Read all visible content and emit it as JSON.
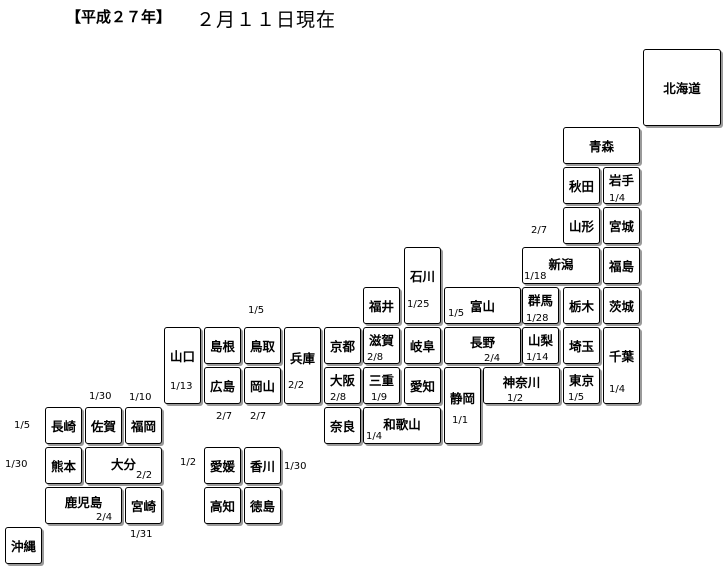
{
  "header": {
    "title": "【平成２７年】",
    "subtitle": "２月１１日現在"
  },
  "prefectures": [
    {
      "id": "hokkaido",
      "name": "北海道",
      "date": ""
    },
    {
      "id": "aomori",
      "name": "青森",
      "date": ""
    },
    {
      "id": "akita",
      "name": "秋田",
      "date": ""
    },
    {
      "id": "iwate",
      "name": "岩手",
      "date": "1/4"
    },
    {
      "id": "yamagata",
      "name": "山形",
      "date": ""
    },
    {
      "id": "miyagi",
      "name": "宮城",
      "date": ""
    },
    {
      "id": "niigata",
      "name": "新潟",
      "date": "1/18"
    },
    {
      "id": "fukushima",
      "name": "福島",
      "date": ""
    },
    {
      "id": "ishikawa",
      "name": "石川",
      "date": "1/25"
    },
    {
      "id": "fukui",
      "name": "福井",
      "date": ""
    },
    {
      "id": "toyama",
      "name": "富山",
      "date": "1/5"
    },
    {
      "id": "gunma",
      "name": "群馬",
      "date": "1/28"
    },
    {
      "id": "tochigi",
      "name": "栃木",
      "date": ""
    },
    {
      "id": "ibaraki",
      "name": "茨城",
      "date": ""
    },
    {
      "id": "yamaguchi",
      "name": "山口",
      "date": "1/13"
    },
    {
      "id": "shimane",
      "name": "島根",
      "date": ""
    },
    {
      "id": "tottori",
      "name": "鳥取",
      "date": "1/5"
    },
    {
      "id": "hyogo",
      "name": "兵庫",
      "date": "2/2"
    },
    {
      "id": "kyoto",
      "name": "京都",
      "date": ""
    },
    {
      "id": "shiga",
      "name": "滋賀",
      "date": "2/8"
    },
    {
      "id": "gifu",
      "name": "岐阜",
      "date": ""
    },
    {
      "id": "nagano",
      "name": "長野",
      "date": "2/4"
    },
    {
      "id": "yamanashi",
      "name": "山梨",
      "date": "1/14"
    },
    {
      "id": "saitama",
      "name": "埼玉",
      "date": ""
    },
    {
      "id": "chiba",
      "name": "千葉",
      "date": "1/4"
    },
    {
      "id": "hiroshima",
      "name": "広島",
      "date": "2/7"
    },
    {
      "id": "okayama",
      "name": "岡山",
      "date": "2/7"
    },
    {
      "id": "osaka",
      "name": "大阪",
      "date": "2/8"
    },
    {
      "id": "mie",
      "name": "三重",
      "date": "1/9"
    },
    {
      "id": "aichi",
      "name": "愛知",
      "date": ""
    },
    {
      "id": "shizuoka",
      "name": "静岡",
      "date": "1/1"
    },
    {
      "id": "kanagawa",
      "name": "神奈川",
      "date": "1/2"
    },
    {
      "id": "tokyo",
      "name": "東京",
      "date": "1/5"
    },
    {
      "id": "nara",
      "name": "奈良",
      "date": ""
    },
    {
      "id": "wakayama",
      "name": "和歌山",
      "date": "1/4"
    },
    {
      "id": "nagasaki",
      "name": "長崎",
      "date": "1/5"
    },
    {
      "id": "saga",
      "name": "佐賀",
      "date": "1/30"
    },
    {
      "id": "fukuoka",
      "name": "福岡",
      "date": "1/10"
    },
    {
      "id": "kumamoto",
      "name": "熊本",
      "date": "1/30"
    },
    {
      "id": "oita",
      "name": "大分",
      "date": "2/2"
    },
    {
      "id": "ehime",
      "name": "愛媛",
      "date": "1/2"
    },
    {
      "id": "kagawa",
      "name": "香川",
      "date": "1/30"
    },
    {
      "id": "kochi",
      "name": "高知",
      "date": ""
    },
    {
      "id": "tokushima",
      "name": "徳島",
      "date": ""
    },
    {
      "id": "kagoshima",
      "name": "鹿児島",
      "date": "2/4"
    },
    {
      "id": "miyazaki",
      "name": "宮崎",
      "date": "1/31"
    },
    {
      "id": "okinawa",
      "name": "沖縄",
      "date": ""
    }
  ],
  "extra_labels": [
    {
      "id": "extra-2-7",
      "text": "2/7"
    }
  ]
}
